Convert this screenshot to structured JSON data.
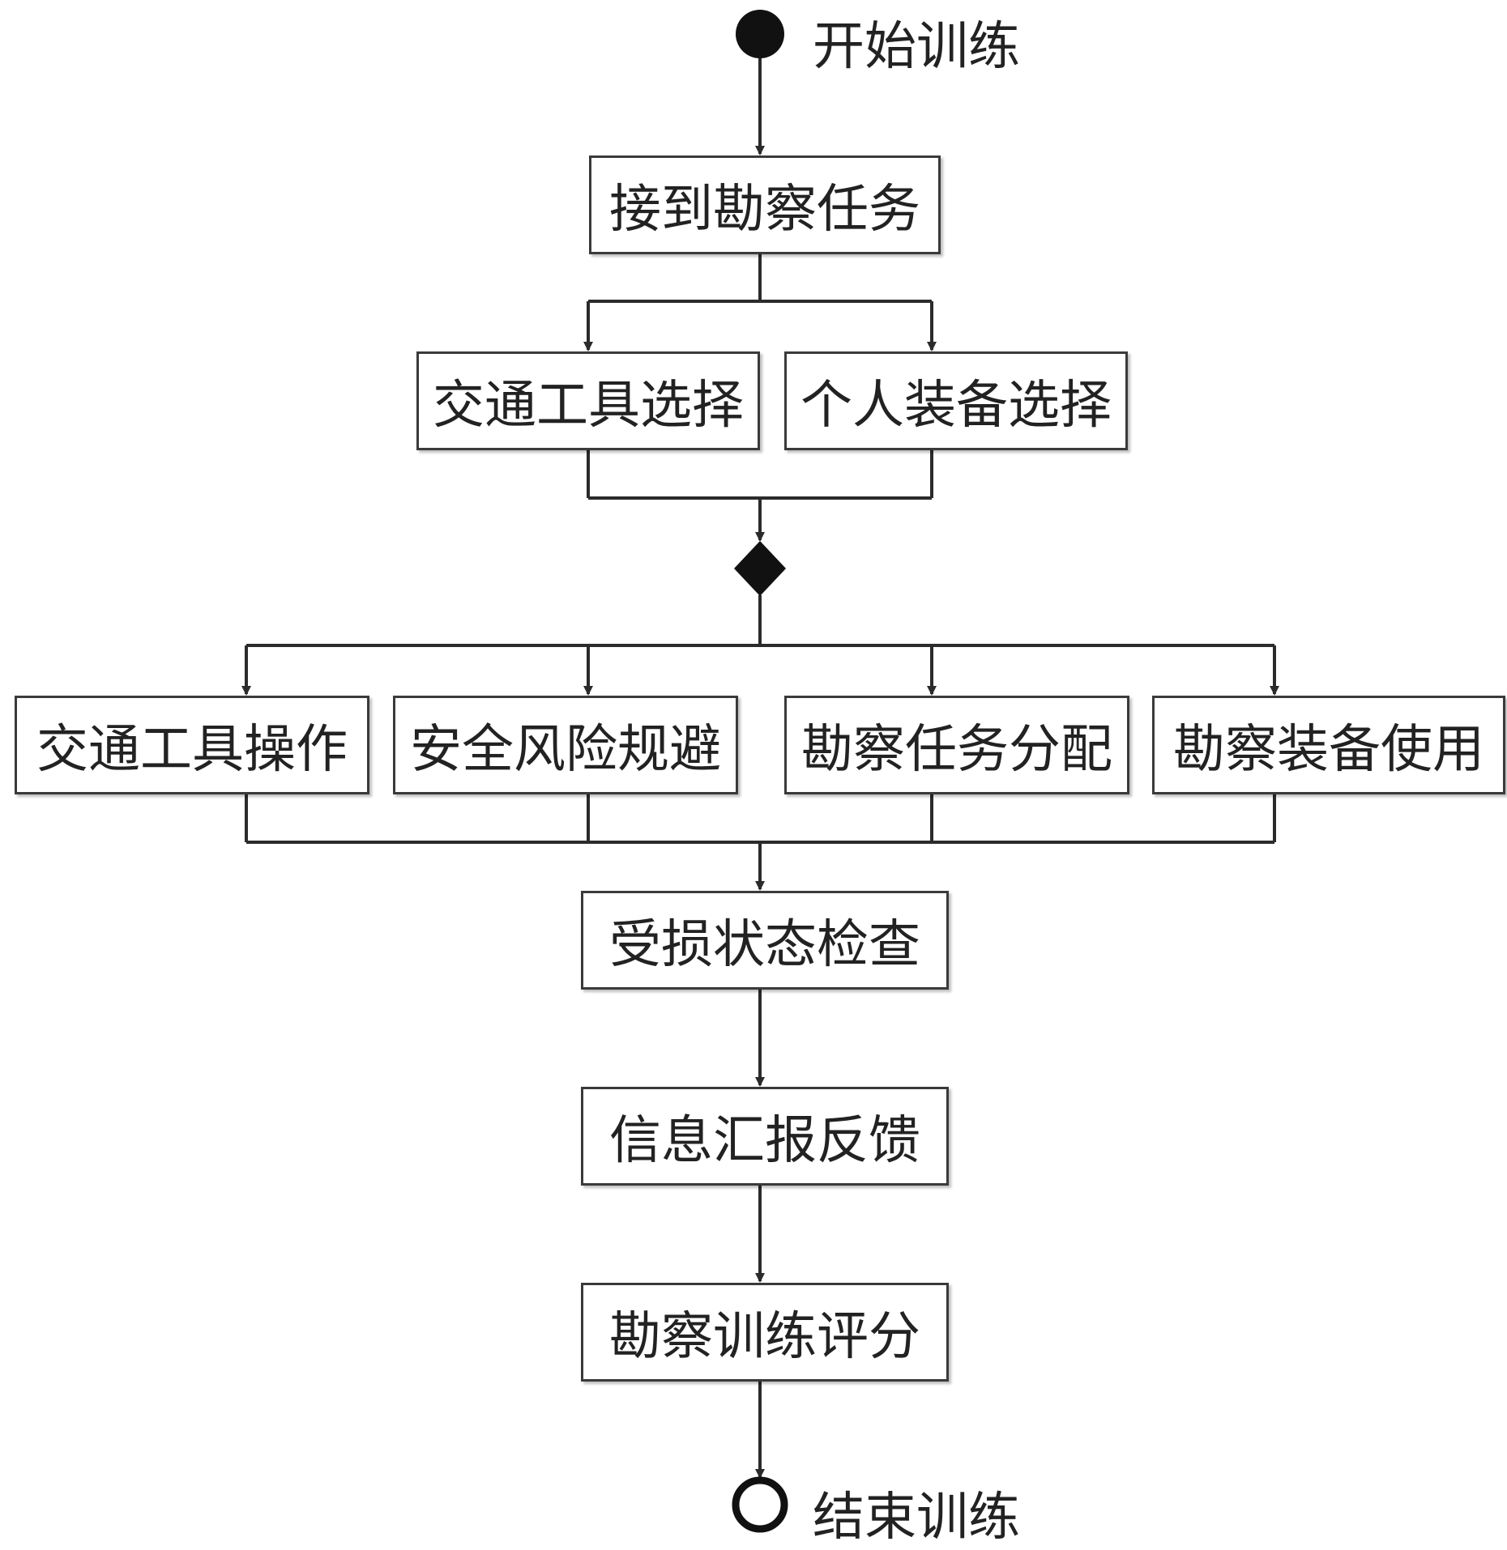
{
  "start": {
    "label": "开始训练"
  },
  "end": {
    "label": "结束训练"
  },
  "steps": {
    "receive_task": "接到勘察任务",
    "vehicle_select": "交通工具选择",
    "equipment_select": "个人装备选择",
    "vehicle_operate": "交通工具操作",
    "risk_avoid": "安全风险规避",
    "task_assign": "勘察任务分配",
    "equipment_use": "勘察装备使用",
    "damage_check": "受损状态检查",
    "report_feedback": "信息汇报反馈",
    "training_score": "勘察训练评分"
  },
  "colors": {
    "line": "#2b2b2b",
    "node": "#111111",
    "border": "#3a3a3a"
  }
}
